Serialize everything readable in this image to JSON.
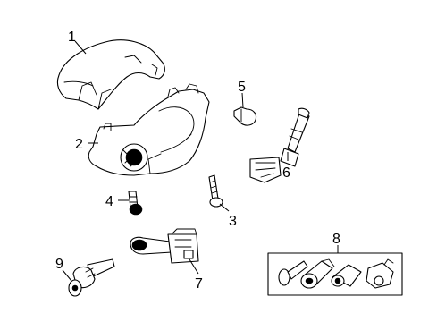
{
  "colors": {
    "line": "#000000",
    "background": "#ffffff"
  },
  "callouts": {
    "c1": "1",
    "c2": "2",
    "c3": "3",
    "c4": "4",
    "c5": "5",
    "c6": "6",
    "c7": "7",
    "c8": "8",
    "c9": "9"
  }
}
